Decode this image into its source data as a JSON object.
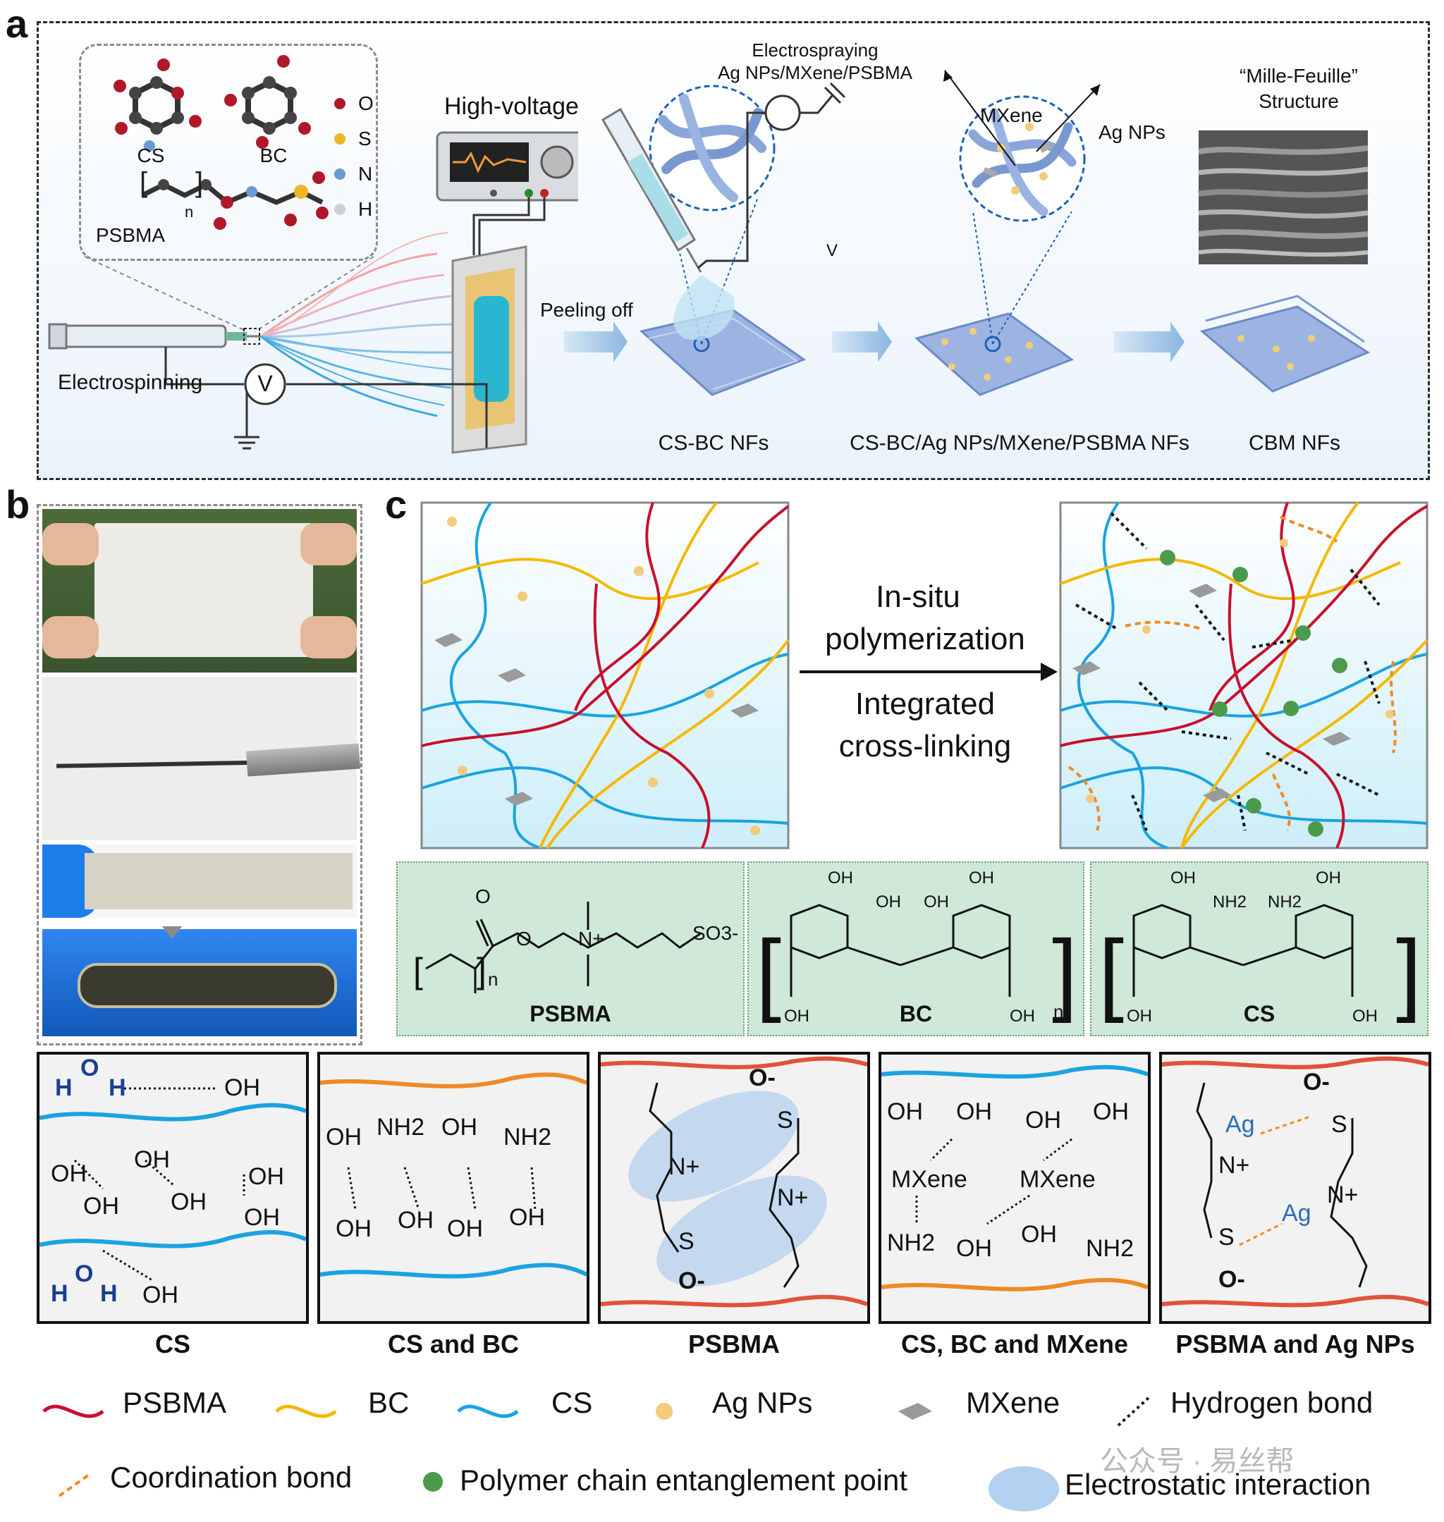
{
  "panel_labels": {
    "a": "a",
    "b": "b",
    "c": "c"
  },
  "panel_a": {
    "molecules": {
      "cs": "CS",
      "bc": "BC",
      "psbma": "PSBMA",
      "n": "n"
    },
    "atoms": [
      {
        "label": "O",
        "color": "#b0182a"
      },
      {
        "label": "S",
        "color": "#f0b429"
      },
      {
        "label": "N",
        "color": "#6a9bd1"
      },
      {
        "label": "H",
        "color": "#cfcfcf"
      }
    ],
    "high_voltage": "High-voltage",
    "electrospinning": "Electrospinning",
    "peeling_off": "Peeling off",
    "electrospraying_line1": "Electrospraying",
    "electrospraying_line2": "Ag NPs/MXene/PSBMA",
    "mxene": "MXene",
    "ag_nps": "Ag NPs",
    "mille_line1": "“Mille-Feuille”",
    "mille_line2": "Structure",
    "cs_bc_nfs": "CS-BC NFs",
    "composite_nfs": "CS-BC/Ag NPs/MXene/PSBMA NFs",
    "cbm_nfs": "CBM NFs",
    "voltmeter": "V"
  },
  "panel_c": {
    "arrow_top1": "In-situ",
    "arrow_top2": "polymerization",
    "arrow_bot1": "Integrated",
    "arrow_bot2": "cross-linking",
    "struct_psbma": "PSBMA",
    "struct_bc": "BC",
    "struct_cs": "CS",
    "oh": "OH",
    "nh2": "NH2",
    "so3": "SO3-",
    "n_plus": "N+",
    "o": "O",
    "n": "n"
  },
  "interactions": [
    {
      "caption": "CS"
    },
    {
      "caption": "CS and BC"
    },
    {
      "caption": "PSBMA"
    },
    {
      "caption": "CS, BC and MXene"
    },
    {
      "caption": "PSBMA and Ag NPs"
    }
  ],
  "interaction_text": {
    "oh": "OH",
    "nh2": "NH2",
    "h": "H",
    "o": "O",
    "mxene": "MXene",
    "ag": "Ag",
    "o_minus": "O-",
    "n_plus": "N+",
    "s": "S"
  },
  "legend": {
    "psbma": "PSBMA",
    "bc": "BC",
    "cs": "CS",
    "ag_nps": "Ag NPs",
    "mxene": "MXene",
    "hydrogen_bond": "Hydrogen bond",
    "coordination_bond": "Coordination bond",
    "entanglement": "Polymer chain entanglement point",
    "electrostatic": "Electrostatic interaction",
    "watermark": "公众号 · 易丝帮"
  },
  "colors": {
    "psbma": "#c8102e",
    "bc": "#f5b800",
    "cs": "#1aa3e0",
    "ag": "#f2cc7a",
    "mxene": "#9a9a9a",
    "entangle": "#4c9a4c",
    "coord": "#f08a24",
    "fiber": "#8fa8d8"
  }
}
